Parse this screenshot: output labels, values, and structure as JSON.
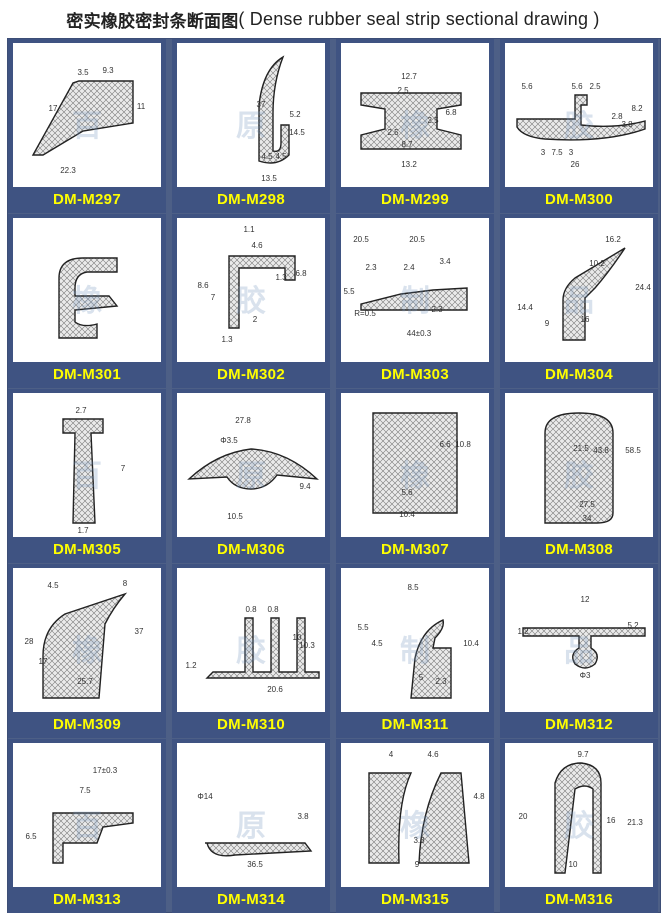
{
  "header": {
    "title_cn": "密实橡胶密封条断面图",
    "title_en": "( Dense rubber seal strip sectional drawing )"
  },
  "watermark": [
    "百",
    "原",
    "橡",
    "胶",
    "制",
    "品"
  ],
  "colors": {
    "panel_bg": "#3f5382",
    "code_text": "#ffff00",
    "section_fill": "#eaeaea",
    "outline": "#222222"
  },
  "products": [
    {
      "code": "DM-M297",
      "dims": [
        "9.3",
        "3.5",
        "11",
        "17",
        "22.3"
      ]
    },
    {
      "code": "DM-M298",
      "dims": [
        "37",
        "5.2",
        "14.5",
        "4.5",
        "4.5",
        "13.5"
      ]
    },
    {
      "code": "DM-M299",
      "dims": [
        "12.7",
        "2.5",
        "2.5",
        "6.8",
        "2.5",
        "8.7",
        "13.2"
      ]
    },
    {
      "code": "DM-M300",
      "dims": [
        "5.6",
        "5.6",
        "2.5",
        "2.8",
        "3.8",
        "8.2",
        "3",
        "7.5",
        "3",
        "26"
      ]
    },
    {
      "code": "DM-M301",
      "dims": []
    },
    {
      "code": "DM-M302",
      "dims": [
        "1.1",
        "4.6",
        "1.3",
        "6.8",
        "8.6",
        "7",
        "2",
        "1.3"
      ]
    },
    {
      "code": "DM-M303",
      "dims": [
        "20.5",
        "20.5",
        "2.3",
        "2.4",
        "3.4",
        "5.5",
        "R=0.5",
        "2.3",
        "44±0.3"
      ]
    },
    {
      "code": "DM-M304",
      "dims": [
        "16.2",
        "10.2",
        "14.4",
        "9",
        "16",
        "24.4"
      ]
    },
    {
      "code": "DM-M305",
      "dims": [
        "2.7",
        "7",
        "1.7"
      ]
    },
    {
      "code": "DM-M306",
      "dims": [
        "27.8",
        "Φ3.5",
        "9.4",
        "10.5"
      ]
    },
    {
      "code": "DM-M307",
      "dims": [
        "6.6",
        "10.8",
        "5.6",
        "10.4"
      ]
    },
    {
      "code": "DM-M308",
      "dims": [
        "21.5",
        "43.8",
        "58.5",
        "27.5",
        "34"
      ]
    },
    {
      "code": "DM-M309",
      "dims": [
        "4.5",
        "8",
        "28",
        "17",
        "37",
        "25.7"
      ]
    },
    {
      "code": "DM-M310",
      "dims": [
        "0.8",
        "0.8",
        "10",
        "10.3",
        "1.2",
        "20.6"
      ]
    },
    {
      "code": "DM-M311",
      "dims": [
        "8.5",
        "5.5",
        "4.5",
        "10.4",
        "5",
        "2.3"
      ]
    },
    {
      "code": "DM-M312",
      "dims": [
        "12",
        "1.2",
        "5.2",
        "Φ3"
      ]
    },
    {
      "code": "DM-M313",
      "dims": [
        "17±0.3",
        "7.5",
        "6.5"
      ]
    },
    {
      "code": "DM-M314",
      "dims": [
        "Φ14",
        "3.8",
        "36.5"
      ]
    },
    {
      "code": "DM-M315",
      "dims": [
        "4",
        "4.6",
        "4.8",
        "3.3",
        "9"
      ]
    },
    {
      "code": "DM-M316",
      "dims": [
        "9.7",
        "20",
        "16",
        "21.3",
        "10"
      ]
    }
  ]
}
